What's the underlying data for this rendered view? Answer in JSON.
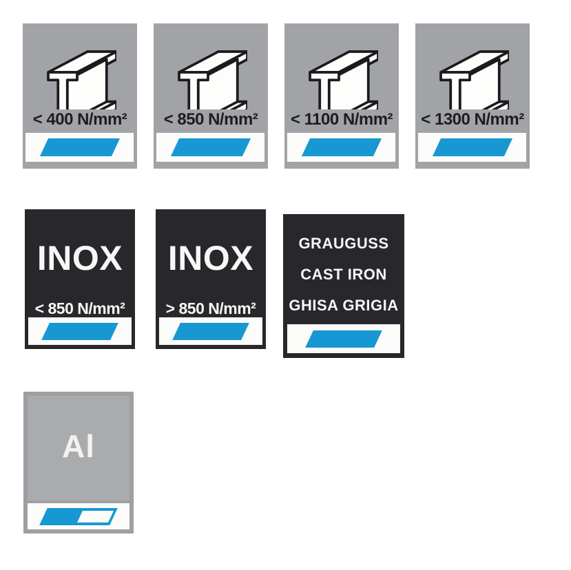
{
  "steel_section": {
    "tiles": [
      {
        "strength": "< 400 N/mm²"
      },
      {
        "strength": "< 850 N/mm²"
      },
      {
        "strength": "< 1100 N/mm²"
      },
      {
        "strength": "< 1300 N/mm²"
      }
    ]
  },
  "stainless_section": {
    "tiles": [
      {
        "title": "INOX",
        "strength": "< 850 N/mm²"
      },
      {
        "title": "INOX",
        "strength": "> 850 N/mm²"
      }
    ]
  },
  "cast_iron_tile": {
    "lines": [
      "GRAUGUSS",
      "CAST IRON",
      "GHISA GRIGIA"
    ]
  },
  "aluminum_tile": {
    "symbol": "Al"
  },
  "icons": {
    "ibeam": "steel-i-beam-icon",
    "parallelogram": "cutting-disc-parallelogram-icon",
    "parallelogram_half_outline": "cutting-disc-parallelogram-outline-icon"
  },
  "colors": {
    "accent_blue": "#1798d3",
    "tile_gray": "#a1a3a6",
    "tile_dark": "#28282c",
    "strip_white": "#fcfcfa",
    "text_dark": "#1d1d1f",
    "text_light": "#f7f7f5"
  }
}
